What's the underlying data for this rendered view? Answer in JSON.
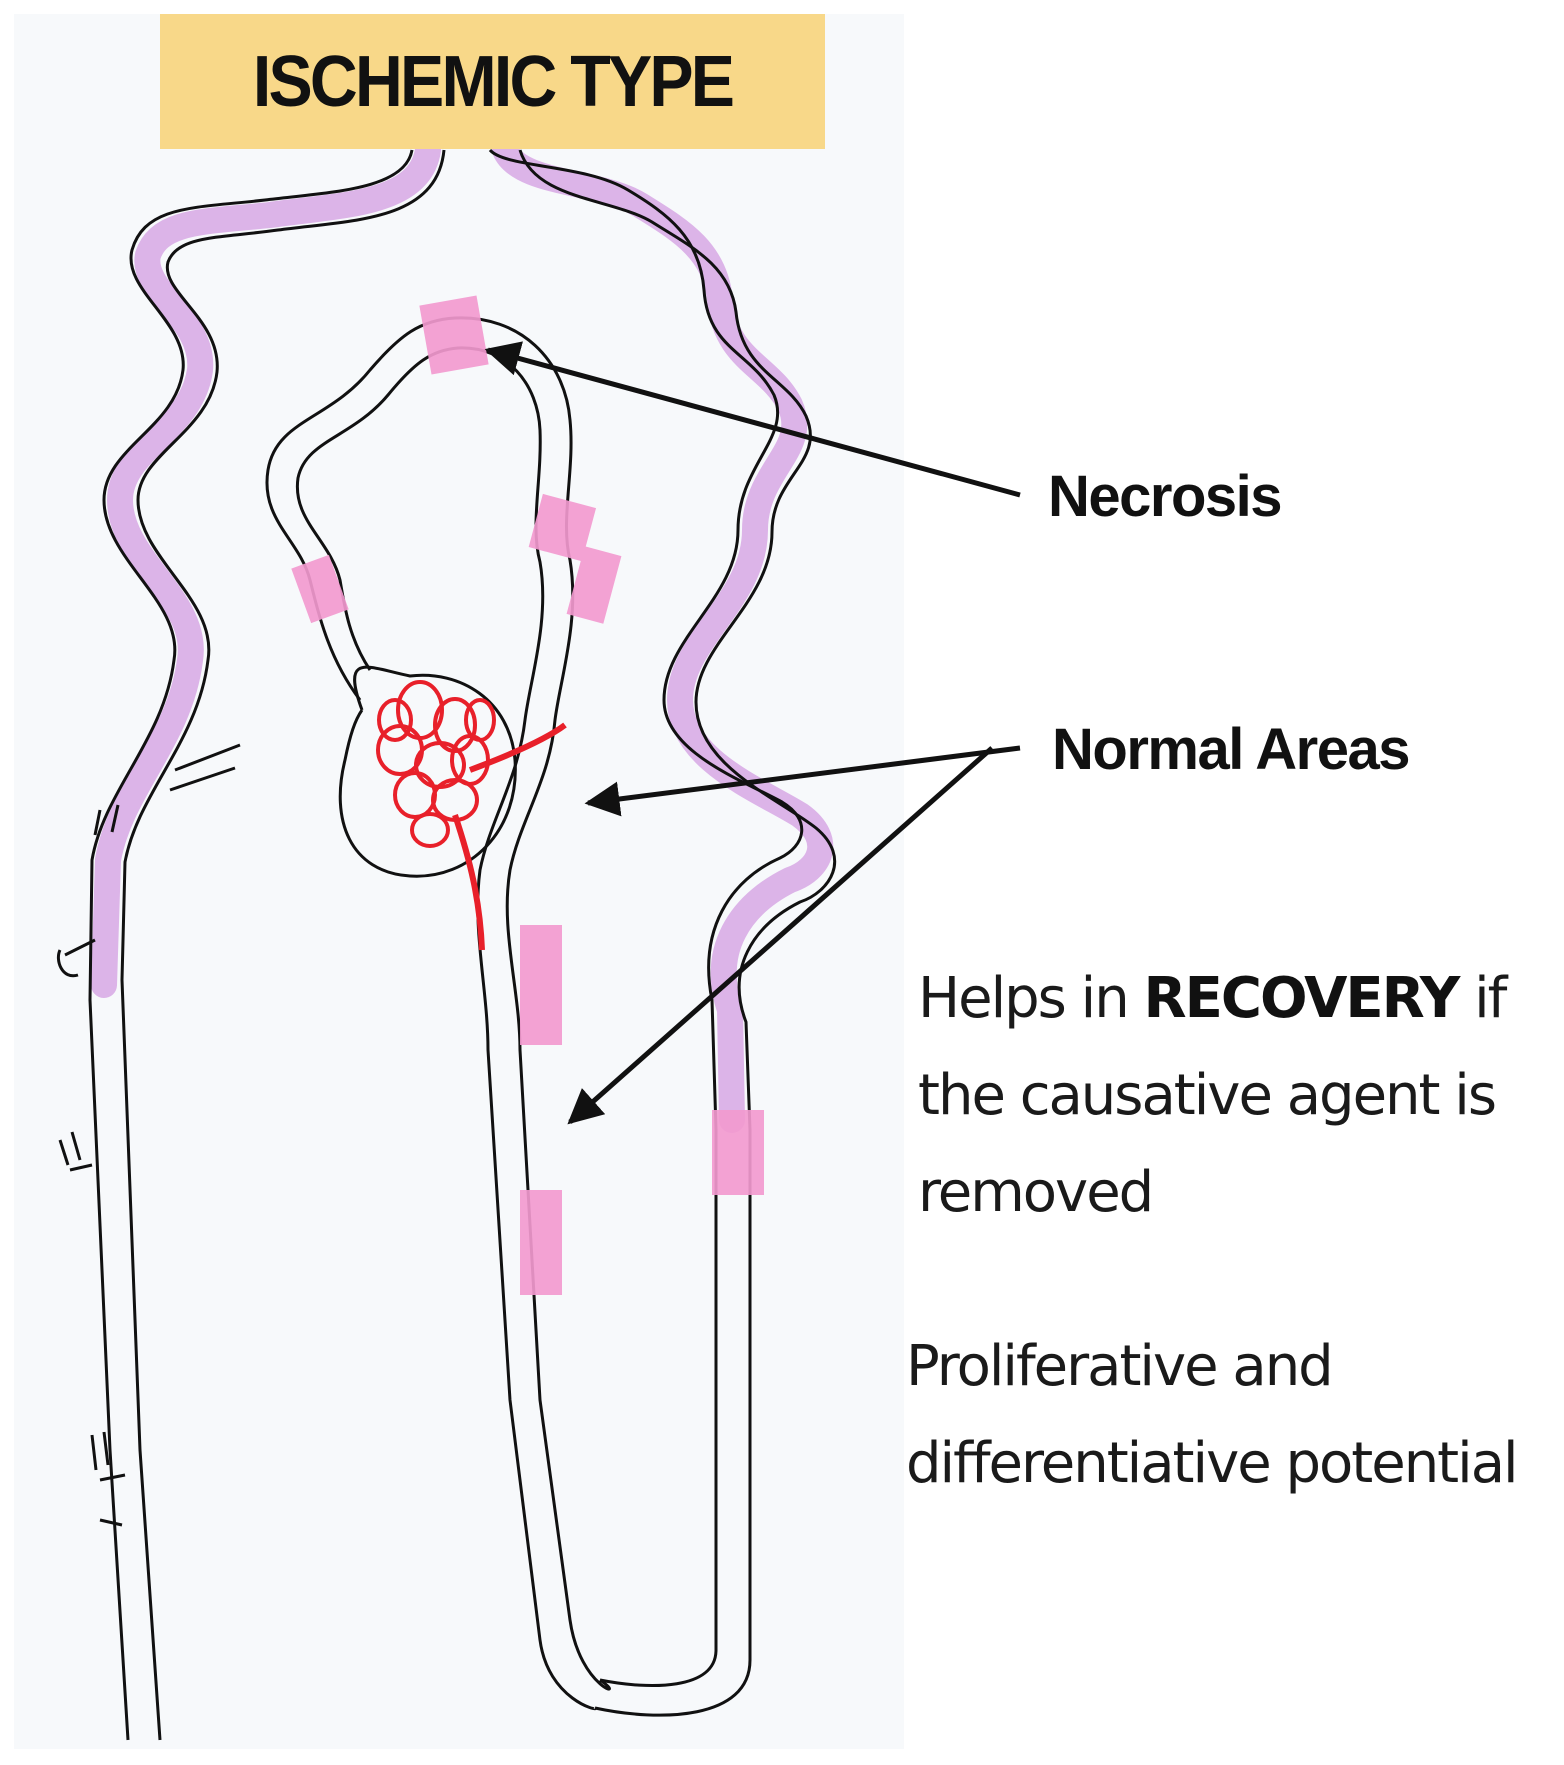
{
  "title": "ISCHEMIC TYPE",
  "labels": {
    "necrosis": "Necrosis",
    "normal_areas": "Normal Areas"
  },
  "notes": {
    "recovery": {
      "part1": "Helps in ",
      "emphasis": "RECOVERY",
      "part2": " if",
      "line2": "the causative agent is",
      "line3": "removed"
    },
    "potential": {
      "line1": "Proliferative and",
      "line2": "differentiative potential"
    }
  },
  "colors": {
    "title_background": "#f8d889",
    "tubule_outline": "#111111",
    "tubule_band": "#dcb4e8",
    "necrosis_patch": "#f29ad0",
    "glomerulus": "#e8202a"
  }
}
